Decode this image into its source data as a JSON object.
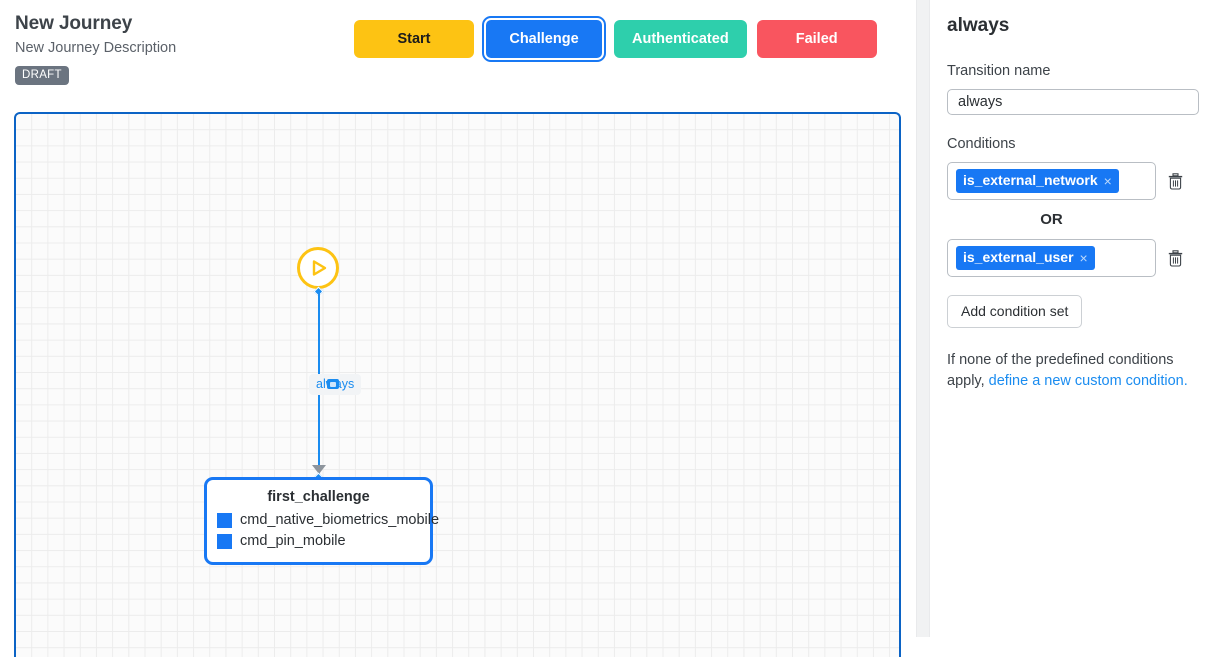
{
  "header": {
    "title": "New Journey",
    "description": "New Journey Description",
    "status_badge": "DRAFT"
  },
  "state_buttons": [
    {
      "label": "Start",
      "color": "#fdc313",
      "text_color": "#1c1c1c",
      "selected": false,
      "icon": "play-icon"
    },
    {
      "label": "Challenge",
      "color": "#1878f4",
      "text_color": "#ffffff",
      "selected": true,
      "icon": ""
    },
    {
      "label": "Authenticated",
      "color": "#2ecfac",
      "text_color": "#ffffff",
      "selected": false,
      "icon": ""
    },
    {
      "label": "Failed",
      "color": "#f9555f",
      "text_color": "#ffffff",
      "selected": false,
      "icon": ""
    }
  ],
  "canvas": {
    "border_color": "#0b63c5",
    "grid_color": "#ececec",
    "start_node": {
      "icon": "play-icon",
      "color": "#fdc313"
    },
    "edge": {
      "label": "always",
      "color": "#1a8cf0",
      "arrow_color": "#8e959d"
    },
    "node": {
      "title": "first_challenge",
      "border_color": "#1878f4",
      "items": [
        {
          "label": "cmd_native_biometrics_mobile",
          "swatch_color": "#1878f4"
        },
        {
          "label": "cmd_pin_mobile",
          "swatch_color": "#1878f4"
        }
      ]
    }
  },
  "panel": {
    "title": "always",
    "transition_name_label": "Transition name",
    "transition_name_value": "always",
    "transition_name_placeholder": "Transition name",
    "conditions_label": "Conditions",
    "condition_sets": [
      {
        "chip": "is_external_network",
        "remove_icon": "×",
        "delete_icon": "trash-icon"
      },
      {
        "chip": "is_external_user",
        "remove_icon": "×",
        "delete_icon": "trash-icon"
      }
    ],
    "or_label": "OR",
    "add_condition_set_label": "Add condition set",
    "helper_prefix": "If none of the predefined conditions apply, ",
    "helper_link": "define a new custom condition.",
    "chip_color": "#1878f4",
    "link_color": "#1a8cf0"
  }
}
